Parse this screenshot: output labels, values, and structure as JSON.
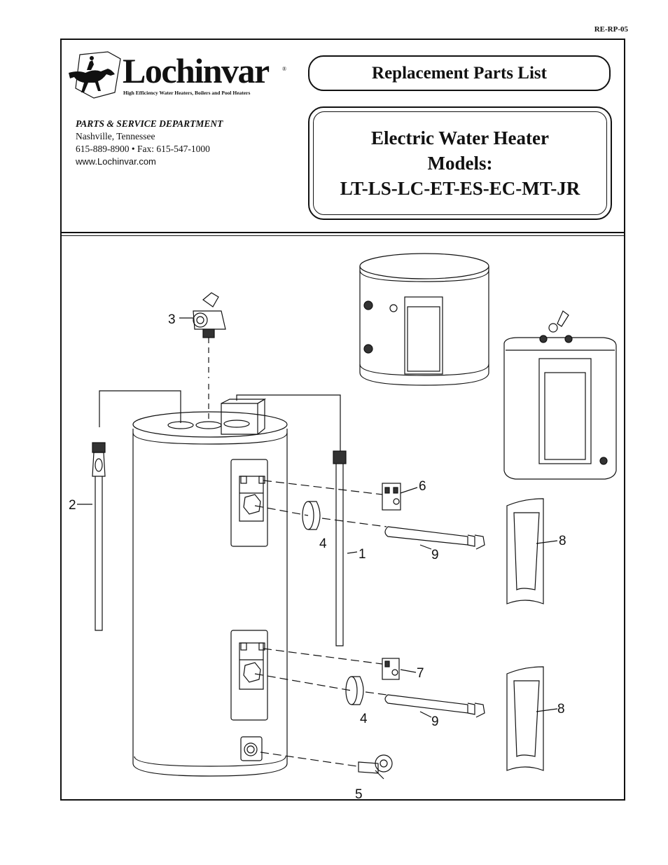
{
  "doc_code": "RE-RP-05",
  "logo": {
    "name": "Lochinvar",
    "registered": "®",
    "tagline": "High Efficiency Water Heaters, Boilers and Pool Heaters"
  },
  "contact": {
    "department": "PARTS & SERVICE DEPARTMENT",
    "city": "Nashville, Tennessee",
    "phone_fax": "615-889-8900 • Fax: 615-547-1000",
    "website": "www.Lochinvar.com"
  },
  "title_box": "Replacement Parts List",
  "models_box": {
    "line1": "Electric Water Heater",
    "line2": "Models:",
    "line3": "LT-LS-LC-ET-ES-EC-MT-JR"
  },
  "callouts": {
    "c1": "1",
    "c2": "2",
    "c3": "3",
    "c4a": "4",
    "c4b": "4",
    "c5": "5",
    "c6": "6",
    "c7": "7",
    "c8a": "8",
    "c8b": "8",
    "c9a": "9",
    "c9b": "9"
  }
}
